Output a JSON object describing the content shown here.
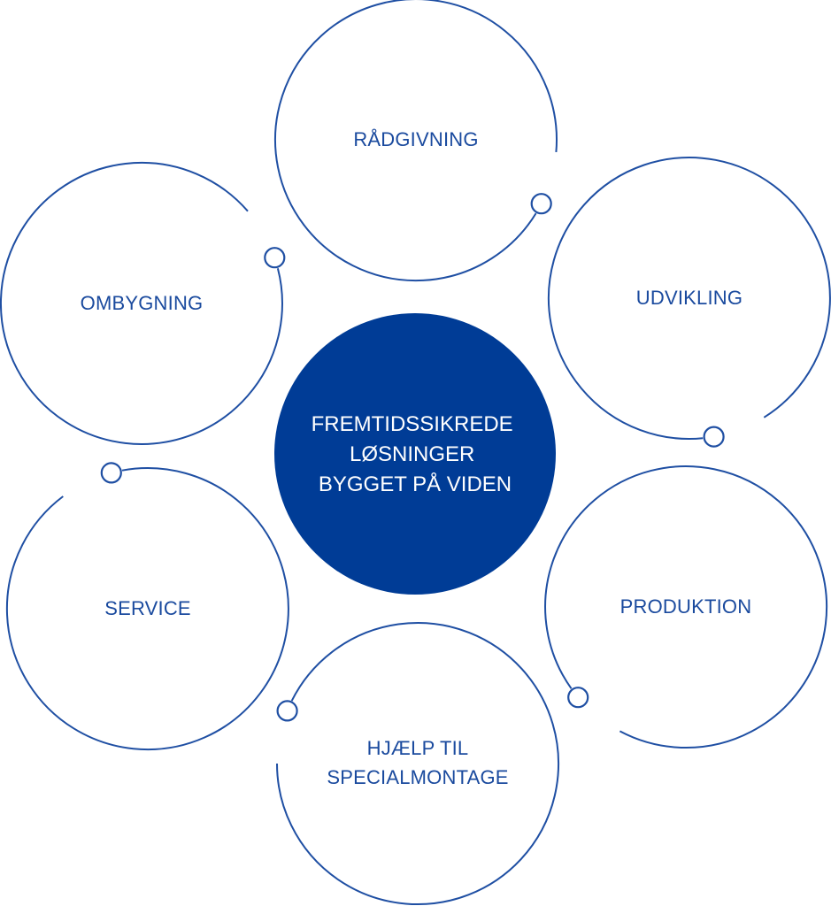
{
  "colors": {
    "line": "#1F4FA3",
    "text": "#1A4A9E",
    "center_fill": "#003C96",
    "center_text": "#FFFFFF",
    "background": "#FFFFFF"
  },
  "center": {
    "lines": [
      "FREMTIDSSIKREDE",
      "LØSNINGER",
      "BYGGET PÅ VIDEN"
    ]
  },
  "nodes": [
    {
      "id": "raadgivning",
      "lines": [
        "RÅDGIVNING"
      ]
    },
    {
      "id": "udvikling",
      "lines": [
        "UDVIKLING"
      ]
    },
    {
      "id": "produktion",
      "lines": [
        "PRODUKTION"
      ]
    },
    {
      "id": "hjaelp-til-specialmontage",
      "lines": [
        "HJÆLP TIL",
        "SPECIALMONTAGE"
      ]
    },
    {
      "id": "service",
      "lines": [
        "SERVICE"
      ]
    },
    {
      "id": "ombygning",
      "lines": [
        "OMBYGNING"
      ]
    }
  ]
}
